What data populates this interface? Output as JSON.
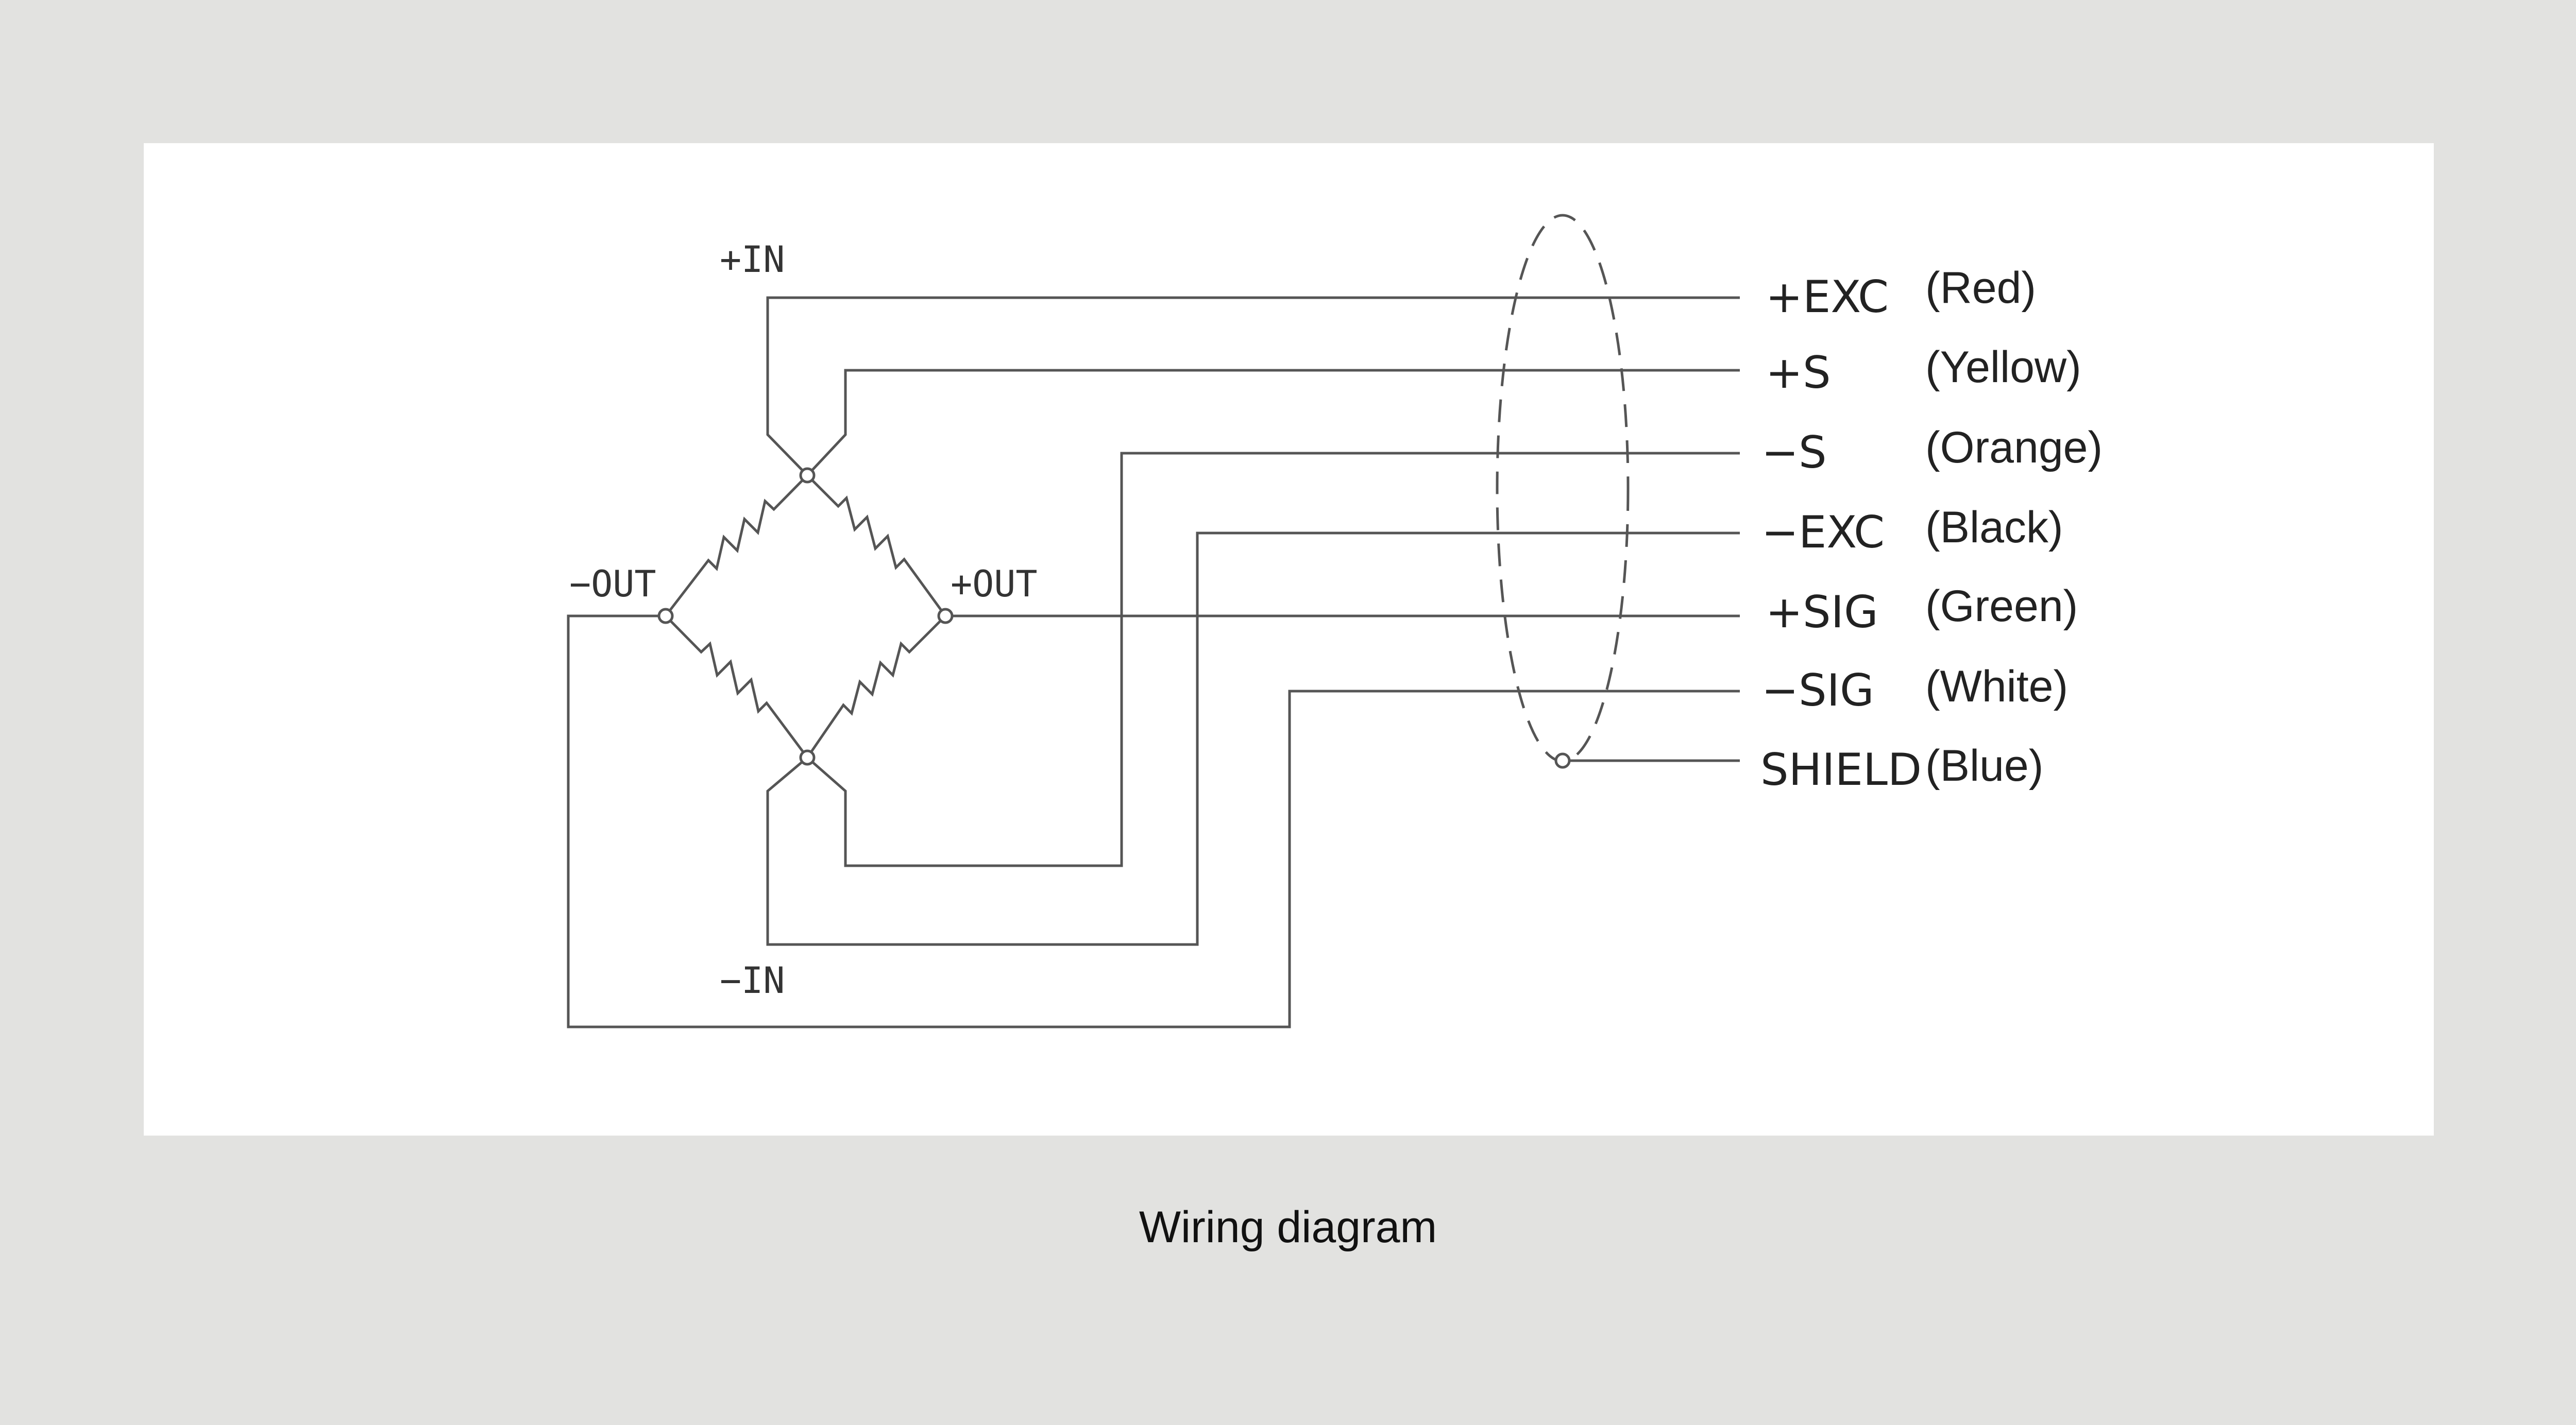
{
  "caption": "Wiring diagram",
  "bridge_labels": {
    "plus_in": "+IN",
    "minus_in": "−IN",
    "plus_out": "+OUT",
    "minus_out": "−OUT"
  },
  "wires": [
    {
      "signal": "+EXC",
      "color": "(Red)"
    },
    {
      "signal": "+S",
      "color": "(Yellow)"
    },
    {
      "signal": "−S",
      "color": "(Orange)"
    },
    {
      "signal": "−EXC",
      "color": "(Black)"
    },
    {
      "signal": "+SIG",
      "color": "(Green)"
    },
    {
      "signal": "−SIG",
      "color": "(White)"
    },
    {
      "signal": "SHIELD",
      "color": "(Blue)"
    }
  ]
}
